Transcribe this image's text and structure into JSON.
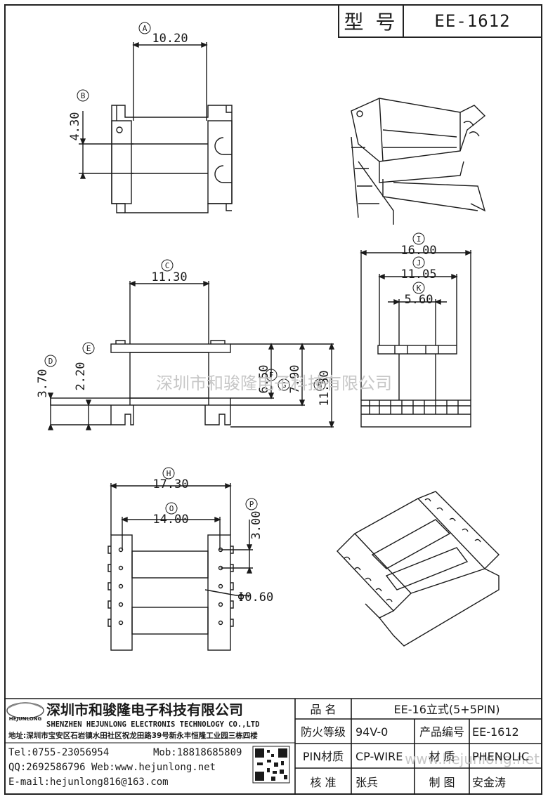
{
  "header": {
    "model_label": "型 号",
    "model_value": "EE-1612"
  },
  "dimensions": {
    "A": {
      "letter": "A",
      "value": "10.20"
    },
    "B": {
      "letter": "B",
      "value": "4.30"
    },
    "C": {
      "letter": "C",
      "value": "11.30"
    },
    "D": {
      "letter": "D",
      "value": "3.70"
    },
    "E": {
      "letter": "E",
      "value": "2.20"
    },
    "F": {
      "letter": "F",
      "value": "6.50"
    },
    "G": {
      "letter": "G",
      "value": "7.90"
    },
    "H_side": {
      "letter": "H",
      "value": "11.50"
    },
    "H_bottom": {
      "letter": "H",
      "value": "17.30"
    },
    "I": {
      "letter": "I",
      "value": "16.00"
    },
    "J": {
      "letter": "J",
      "value": "11.05"
    },
    "K": {
      "letter": "K",
      "value": "5.60"
    },
    "O": {
      "letter": "O",
      "value": "14.00"
    },
    "P": {
      "letter": "P",
      "value": "3.00"
    },
    "pin_diameter": "Φ0.60"
  },
  "watermarks": {
    "center": "深圳市和骏隆电子科技有限公司",
    "bottom": "www.hejunlong.net"
  },
  "company": {
    "logo_text": "HEJUNLONG",
    "name_cn": "深圳市和骏隆电子科技有限公司",
    "name_en": "SHENZHEN HEJUNLONG ELECTRONIS TECHNOLOGY CO.,LTD",
    "address": "地址:深圳市宝安区石岩镇水田社区祝龙田路39号新永丰恒隆工业园三栋四楼",
    "tel": "Tel:0755-23056954",
    "mob": "Mob:18818685809",
    "qq_web": "QQ:2692586796 Web:www.hejunlong.net",
    "email": "E-mail:hejunlong816@163.com"
  },
  "title_block": {
    "name_label": "品 名",
    "name_value": "EE-16立式(5+5PIN)",
    "fire_label": "防火等级",
    "fire_value": "94V-0",
    "code_label": "产品编号",
    "code_value": "EE-1612",
    "pin_label": "PIN材质",
    "pin_value": "CP-WIRE",
    "material_label": "材 质",
    "material_value": "PHENOLIC",
    "check_label": "核 准",
    "check_value": "张兵",
    "drawn_label": "制 图",
    "drawn_value": "安金涛"
  }
}
